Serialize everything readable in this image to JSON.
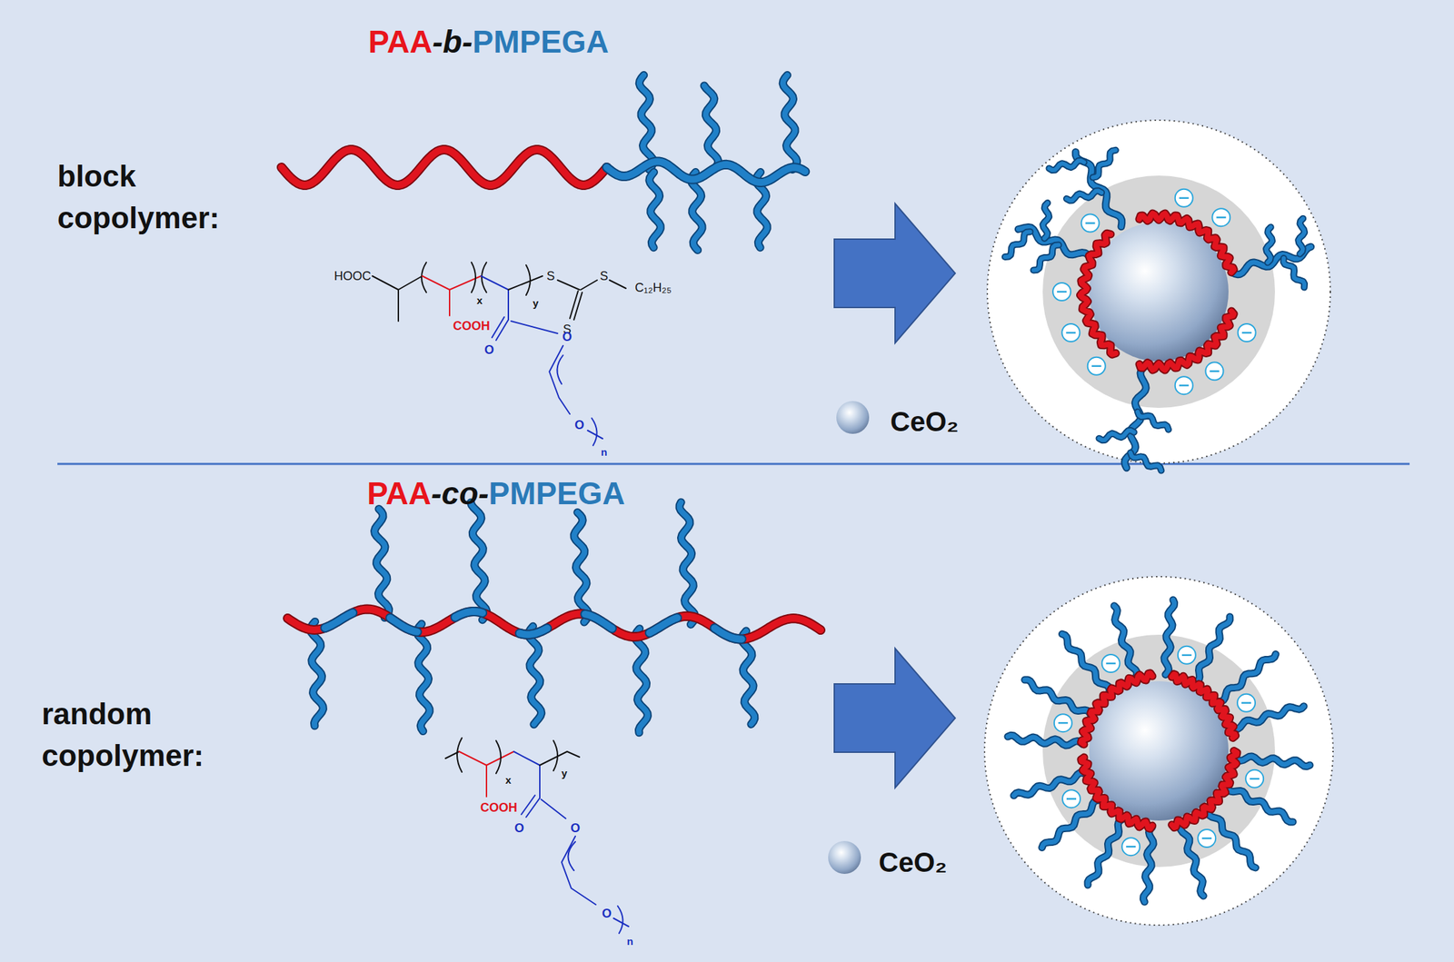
{
  "diagram": {
    "labels": [
      "PAA",
      "-b-",
      "PMPEGA",
      "block copolymer:",
      "HOOC",
      "x",
      "y",
      "S",
      "S",
      "C₁₂H₂₅",
      "S",
      "COOH",
      "O",
      "O",
      "O",
      "n",
      "PAA",
      "-co-",
      "PMPEGA",
      "random copolymer:",
      "COOH",
      "x",
      "y",
      "O",
      "O",
      "O",
      "n"
    ],
    "legend": [
      {
        "text": "CeO₂"
      },
      {
        "text": "CeO₂"
      }
    ]
  }
}
